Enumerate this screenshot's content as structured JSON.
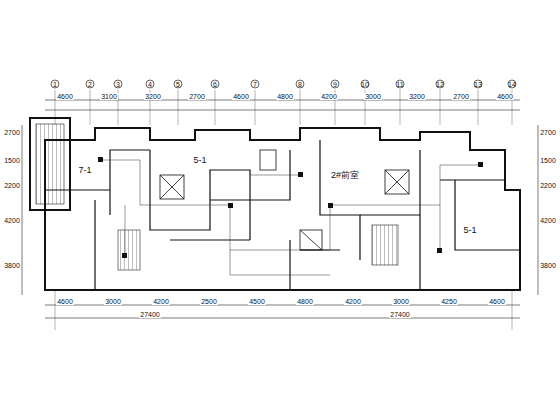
{
  "diagram": {
    "labels": [
      "1",
      "2",
      "3",
      "4",
      "5",
      "6",
      "7",
      "8",
      "9",
      "10",
      "11",
      "12",
      "13",
      "14",
      "4600",
      "3100",
      "3200",
      "2700",
      "4600",
      "4800",
      "4200",
      "3000",
      "3200",
      "2700",
      "4600",
      "4600",
      "3000",
      "4200",
      "2500",
      "4500",
      "4800",
      "4200",
      "3000",
      "4250",
      "4600",
      "27400",
      "27400",
      "2700",
      "1500",
      "2200",
      "4200",
      "3800",
      "2700",
      "1500",
      "2200",
      "4200",
      "3800",
      "2#前室",
      "5-1",
      "5-1",
      "7-1"
    ]
  }
}
